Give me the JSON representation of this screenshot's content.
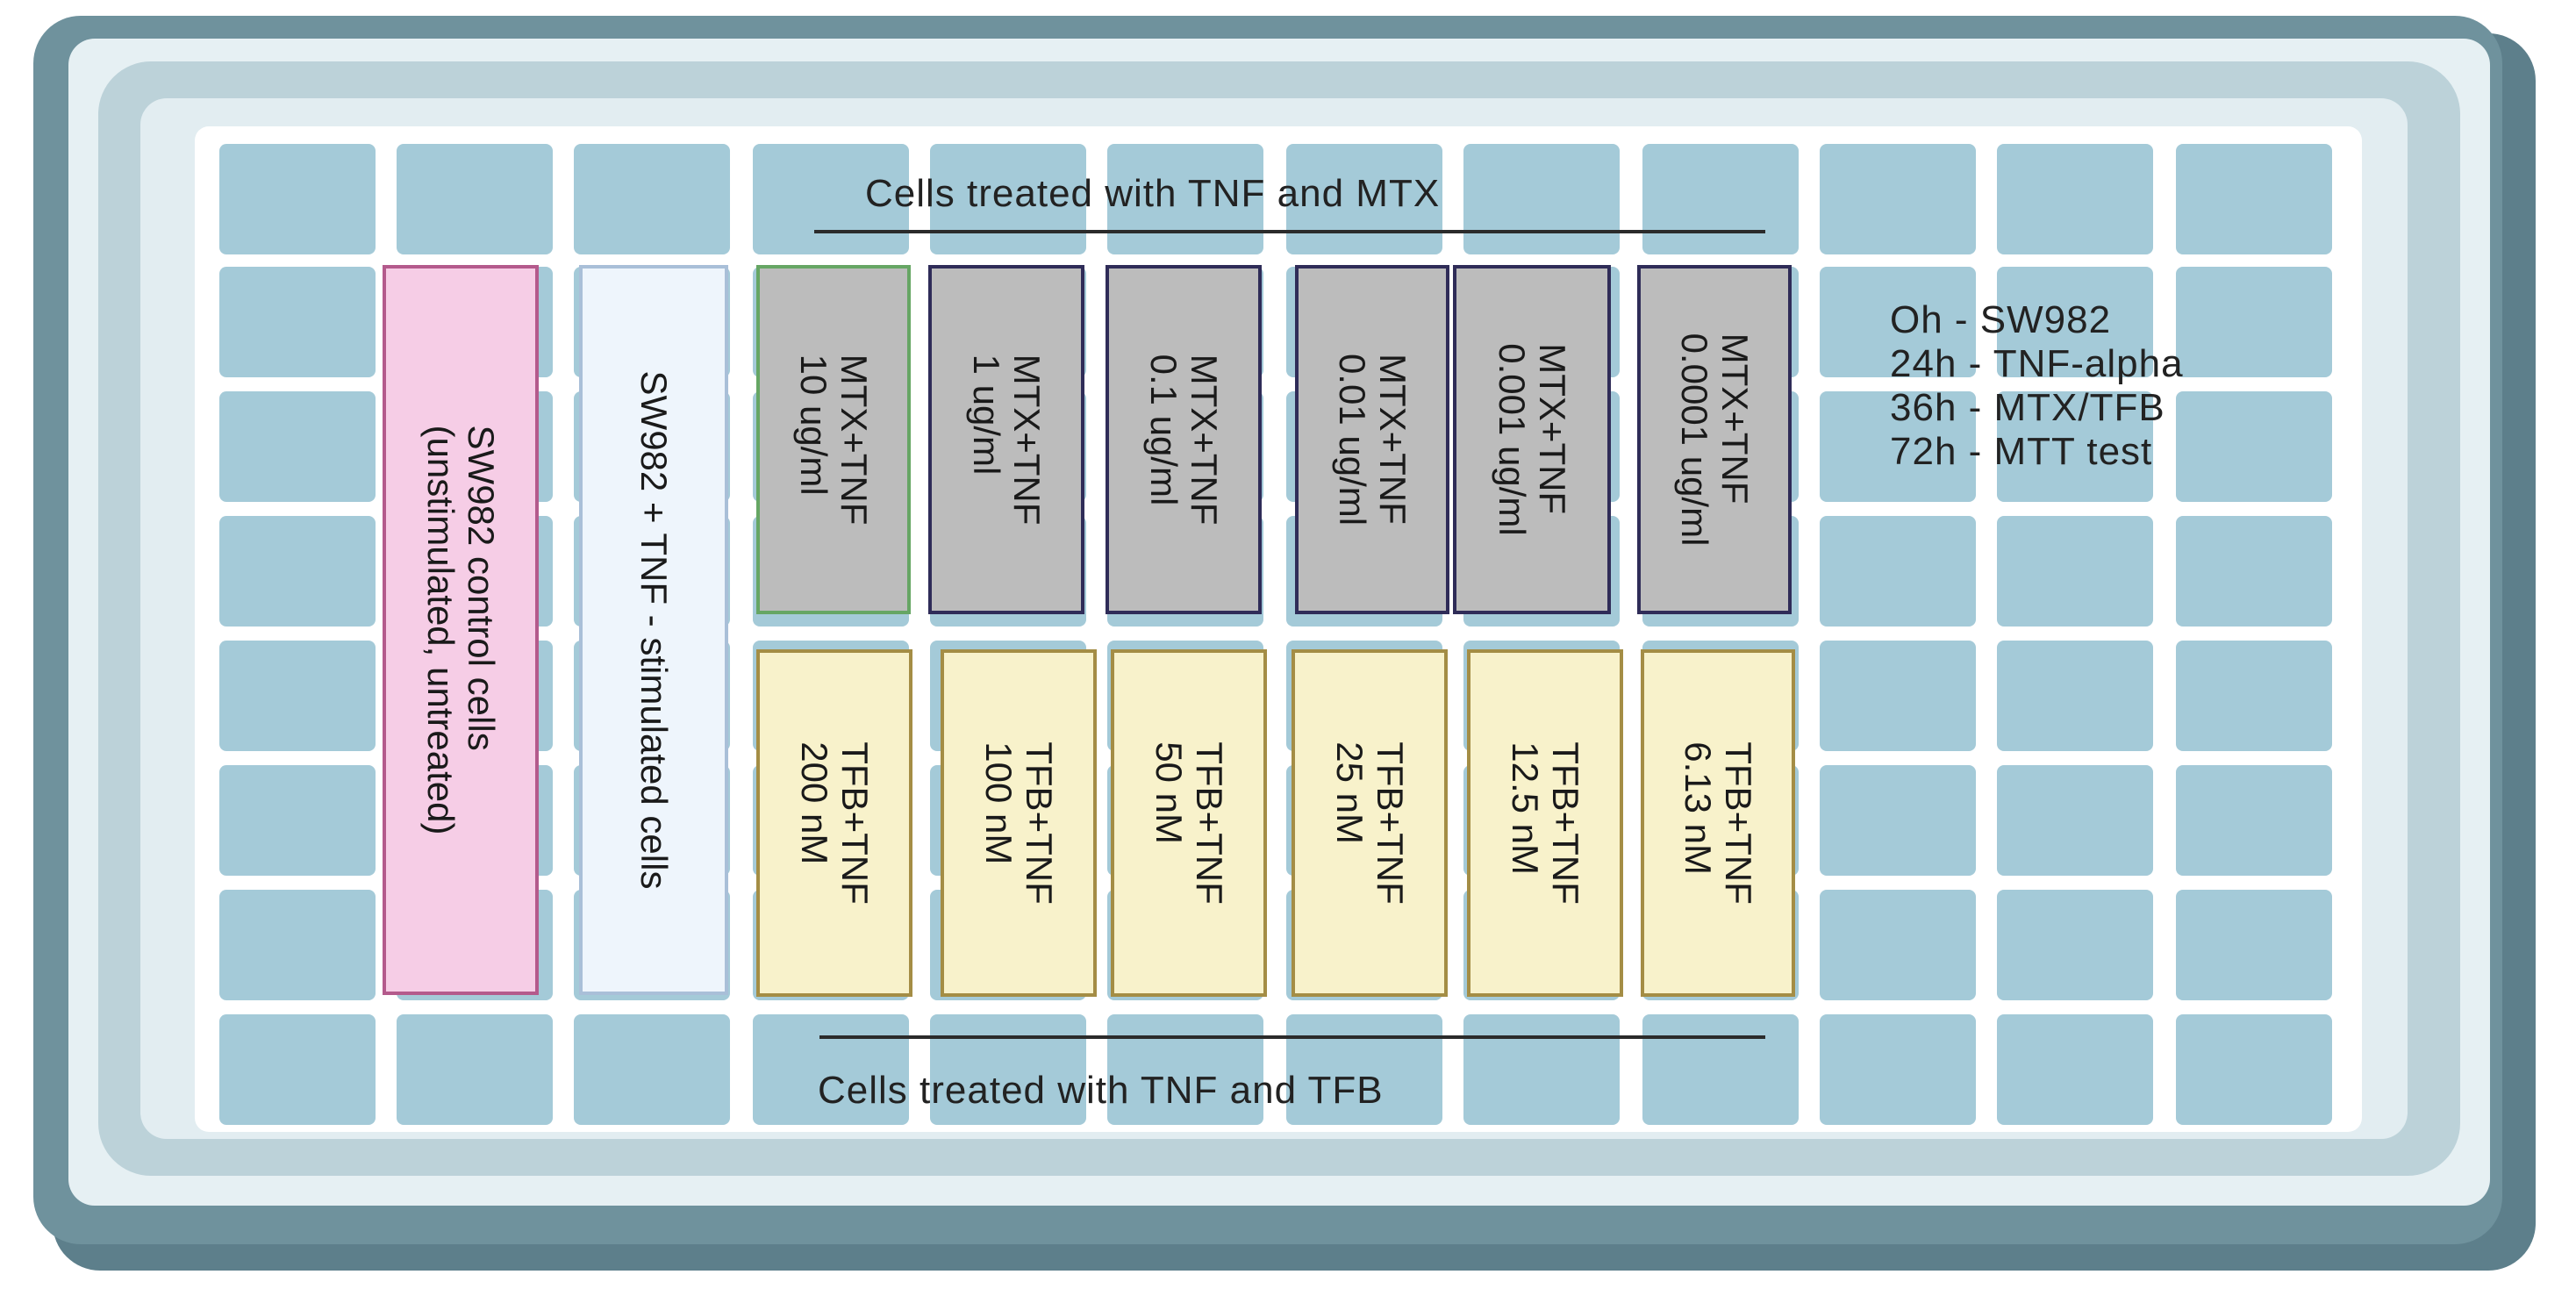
{
  "top_group_label": "Cells treated with TNF and MTX",
  "bottom_group_label": "Cells treated with TNF and TFB",
  "control_strip": {
    "lines": [
      "SW982 control cells",
      "(unstimulated, untreated)"
    ]
  },
  "tnf_strip": {
    "lines": [
      "SW982 + TNF - stimulated cells"
    ]
  },
  "mtx_strips": [
    {
      "line1": "MTX+TNF",
      "line2": "10 ug/ml"
    },
    {
      "line1": "MTX+TNF",
      "line2": "1 ug/ml"
    },
    {
      "line1": "MTX+TNF",
      "line2": "0.1 ug/ml"
    },
    {
      "line1": "MTX+TNF",
      "line2": "0.01 ug/ml"
    },
    {
      "line1": "MTX+TNF",
      "line2": "0.001 ug/ml"
    },
    {
      "line1": "MTX+TNF",
      "line2": "0.0001 ug/ml"
    }
  ],
  "tfb_strips": [
    {
      "line1": "TFB+TNF",
      "line2": "200 nM"
    },
    {
      "line1": "TFB+TNF",
      "line2": "100 nM"
    },
    {
      "line1": "TFB+TNF",
      "line2": "50 nM"
    },
    {
      "line1": "TFB+TNF",
      "line2": "25 nM"
    },
    {
      "line1": "TFB+TNF",
      "line2": "12.5 nM"
    },
    {
      "line1": "TFB+TNF",
      "line2": "6.13 nM"
    }
  ],
  "timeline": [
    "Oh - SW982",
    "24h - TNF-alpha",
    "36h - MTX/TFB",
    "72h - MTT test"
  ],
  "colors": {
    "well": "#a4cad8",
    "control_fill": "#f6cde6",
    "tnf_fill": "#eef5fc",
    "mtx_fill": "#bcbcbc",
    "tfb_fill": "#f8f2cb"
  }
}
